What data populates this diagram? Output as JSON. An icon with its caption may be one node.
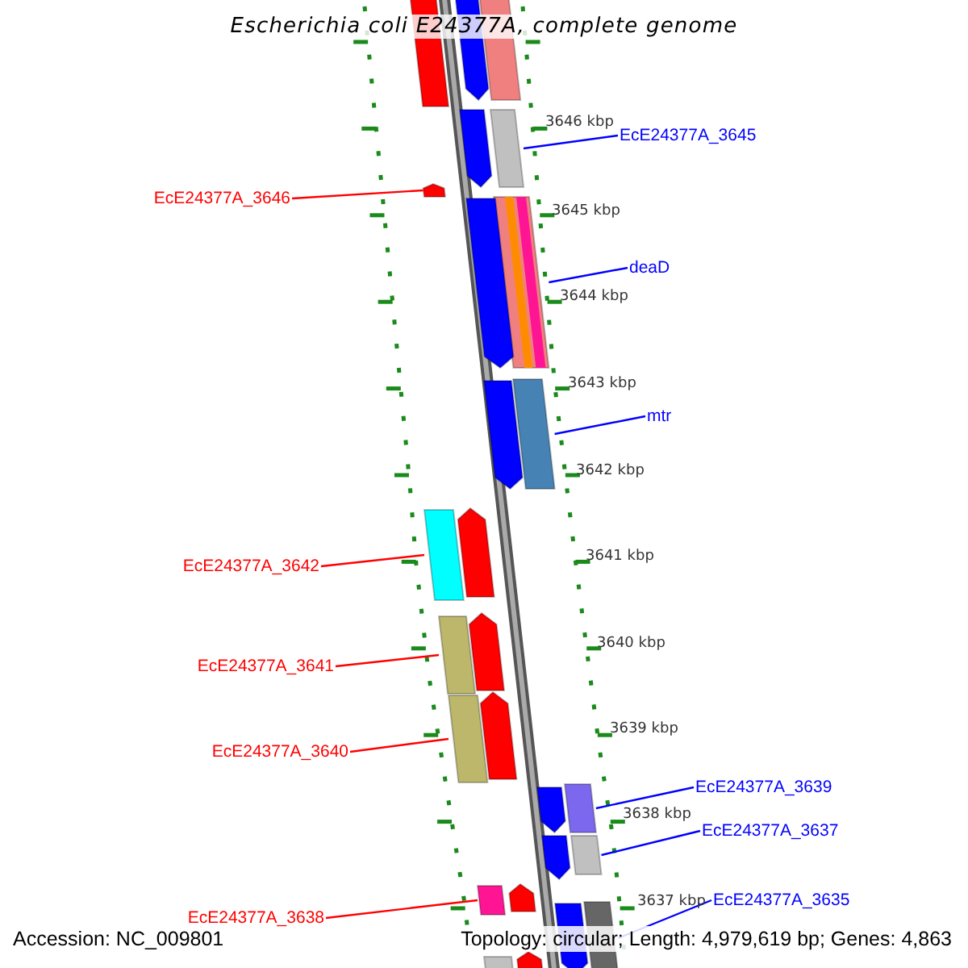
{
  "diagram": {
    "title": "Escherichia coli E24377A, complete genome",
    "nodes": [
      {
        "text": [
          "EcE24377A_3645"
        ]
      },
      {
        "text": [],
        "shape": "bar"
      },
      {
        "text": [
          "EcE24377A_3646"
        ]
      },
      {
        "text": [],
        "shape": "bar"
      },
      {
        "text": [
          "deaD"
        ]
      },
      {
        "text": [],
        "shape": "bar"
      },
      {
        "text": [
          "mtr"
        ]
      },
      {
        "text": [],
        "shape": "bar"
      },
      {
        "text": [
          "EcE24377A_3642"
        ]
      },
      {
        "text": [],
        "shape": "bar"
      },
      {
        "text": [
          "EcE24377A_3641"
        ]
      },
      {
        "text": [],
        "shape": "bar"
      },
      {
        "text": [
          "EcE24377A_3640"
        ]
      },
      {
        "text": [],
        "shape": "bar"
      },
      {
        "text": [
          "EcE24377A_3639"
        ]
      },
      {
        "text": [],
        "shape": "bar"
      },
      {
        "text": [
          "EcE24377A_3637"
        ]
      },
      {
        "text": [],
        "shape": "bar"
      },
      {
        "text": [
          "EcE24377A_3635"
        ]
      },
      {
        "text": [],
        "shape": "bar"
      },
      {
        "text": [
          "EcE24377A_3638"
        ]
      },
      {
        "text": [],
        "shape": "bar"
      },
      {
        "text": [],
        "shape": "bar"
      },
      {
        "text": [],
        "shape": "bar"
      },
      {
        "text": [],
        "shape": "bar"
      },
      {
        "text": [],
        "shape": "bar"
      },
      {
        "text": [],
        "shape": "bar"
      },
      {
        "text": [],
        "shape": "bar"
      },
      {
        "text": [],
        "shape": "bar"
      },
      {
        "text": [],
        "shape": "bar"
      },
      {
        "text": [],
        "shape": "bar"
      },
      {
        "text": [],
        "shape": "bar"
      },
      {
        "text": [],
        "shape": "bar"
      },
      {
        "text": [],
        "shape": "bar"
      },
      {
        "text": [],
        "shape": "bar"
      },
      {
        "text": [],
        "shape": "bar"
      },
      {
        "text": [],
        "shape": "bar"
      }
    ],
    "edges": [
      {
        "from": 0,
        "to": 1,
        "arrow": "none"
      },
      {
        "from": 2,
        "to": 3,
        "arrow": "none",
        "color": "#ff0000"
      },
      {
        "from": 4,
        "to": 5,
        "arrow": "none"
      },
      {
        "from": 6,
        "to": 7,
        "arrow": "none"
      },
      {
        "from": 8,
        "to": 9,
        "arrow": "none",
        "color": "#ff0000"
      },
      {
        "from": 10,
        "to": 11,
        "arrow": "none",
        "color": "#ff0000"
      },
      {
        "from": 12,
        "to": 13,
        "arrow": "none",
        "color": "#ff0000"
      },
      {
        "from": 14,
        "to": 15,
        "arrow": "none"
      },
      {
        "from": 16,
        "to": 17,
        "arrow": "none"
      },
      {
        "from": 18,
        "to": 19,
        "arrow": "none"
      },
      {
        "from": 20,
        "to": 21,
        "arrow": "none",
        "color": "#ff0000"
      }
    ],
    "labels": [
      "3646 kbp",
      "3645 kbp",
      "3644 kbp",
      "3643 kbp",
      "3642 kbp",
      "3641 kbp",
      "3640 kbp",
      "3639 kbp",
      "3638 kbp",
      "3637 kbp",
      "Accession: NC_009801",
      "Topology: circular; Length: 4,979,619 bp; Genes: 4,863"
    ]
  }
}
